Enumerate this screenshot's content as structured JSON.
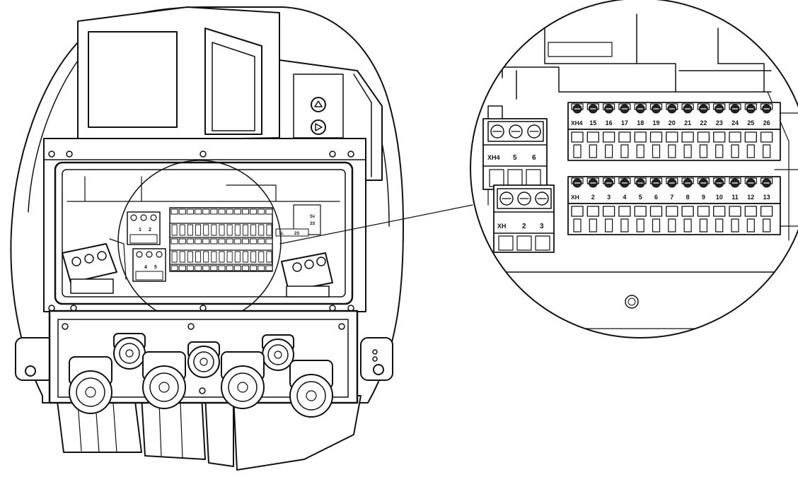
{
  "colors": {
    "stroke": "#111111",
    "background": "#ffffff",
    "panel": "#f4f4f4"
  },
  "overview": {
    "small_block_top": [
      "1",
      "2"
    ],
    "small_block_bottom": [
      "4",
      "5"
    ],
    "side_labels": [
      "Sv",
      "2S"
    ],
    "bottom_labels": [
      "1L",
      "2S"
    ]
  },
  "detail": {
    "block_upper": {
      "label": "XH4",
      "terminals": [
        "5",
        "6"
      ]
    },
    "block_lower": {
      "label": "XH",
      "terminals": [
        "2",
        "3"
      ]
    },
    "strip_upper": {
      "label": "XH4",
      "terminals": [
        "15",
        "16",
        "17",
        "18",
        "19",
        "20",
        "21",
        "22",
        "23",
        "24",
        "25",
        "26"
      ]
    },
    "strip_lower": {
      "label": "XH",
      "terminals": [
        "2",
        "3",
        "4",
        "5",
        "6",
        "7",
        "8",
        "9",
        "10",
        "11",
        "12",
        "13"
      ]
    }
  }
}
